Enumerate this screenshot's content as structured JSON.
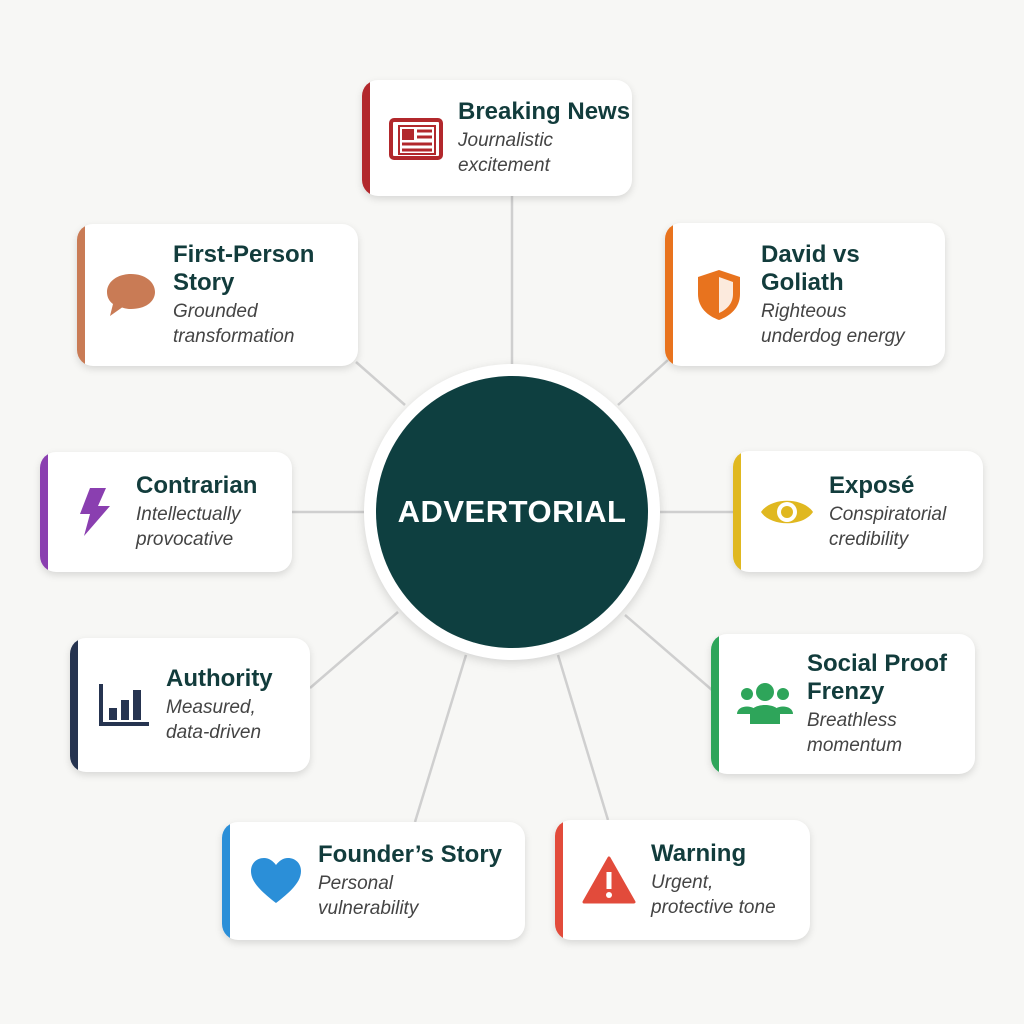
{
  "center": {
    "label": "ADVERTORIAL",
    "color": "#0e3f40"
  },
  "nodes": [
    {
      "title": "Breaking News",
      "subtitle1": "Journalistic",
      "subtitle2": "excitement",
      "icon": "newspaper-icon",
      "color": "#b2282c"
    },
    {
      "title": "David vs",
      "title2": "Goliath",
      "subtitle1": "Righteous",
      "subtitle2": "underdog energy",
      "icon": "shield-icon",
      "color": "#e8731e"
    },
    {
      "title": "Exposé",
      "subtitle1": "Conspiratorial",
      "subtitle2": "credibility",
      "icon": "eye-icon",
      "color": "#e0b820"
    },
    {
      "title": "Social Proof",
      "title2": "Frenzy",
      "subtitle1": "Breathless",
      "subtitle2": "momentum",
      "icon": "people-icon",
      "color": "#2ea55a"
    },
    {
      "title": "Warning",
      "subtitle1": "Urgent,",
      "subtitle2": "protective tone",
      "icon": "warning-icon",
      "color": "#e24b3b"
    },
    {
      "title": "Founder’s Story",
      "subtitle1": "Personal",
      "subtitle2": "vulnerability",
      "icon": "heart-icon",
      "color": "#2b8fd8"
    },
    {
      "title": "Authority",
      "subtitle1": "Measured,",
      "subtitle2": "data-driven",
      "icon": "bar-chart-icon",
      "color": "#263450"
    },
    {
      "title": "Contrarian",
      "subtitle1": "Intellectually",
      "subtitle2": "provocative",
      "icon": "lightning-icon",
      "color": "#8a3fb0"
    },
    {
      "title": "First-Person",
      "title2": "Story",
      "subtitle1": "Grounded",
      "subtitle2": "transformation",
      "icon": "speech-bubble-icon",
      "color": "#c97b55"
    }
  ]
}
